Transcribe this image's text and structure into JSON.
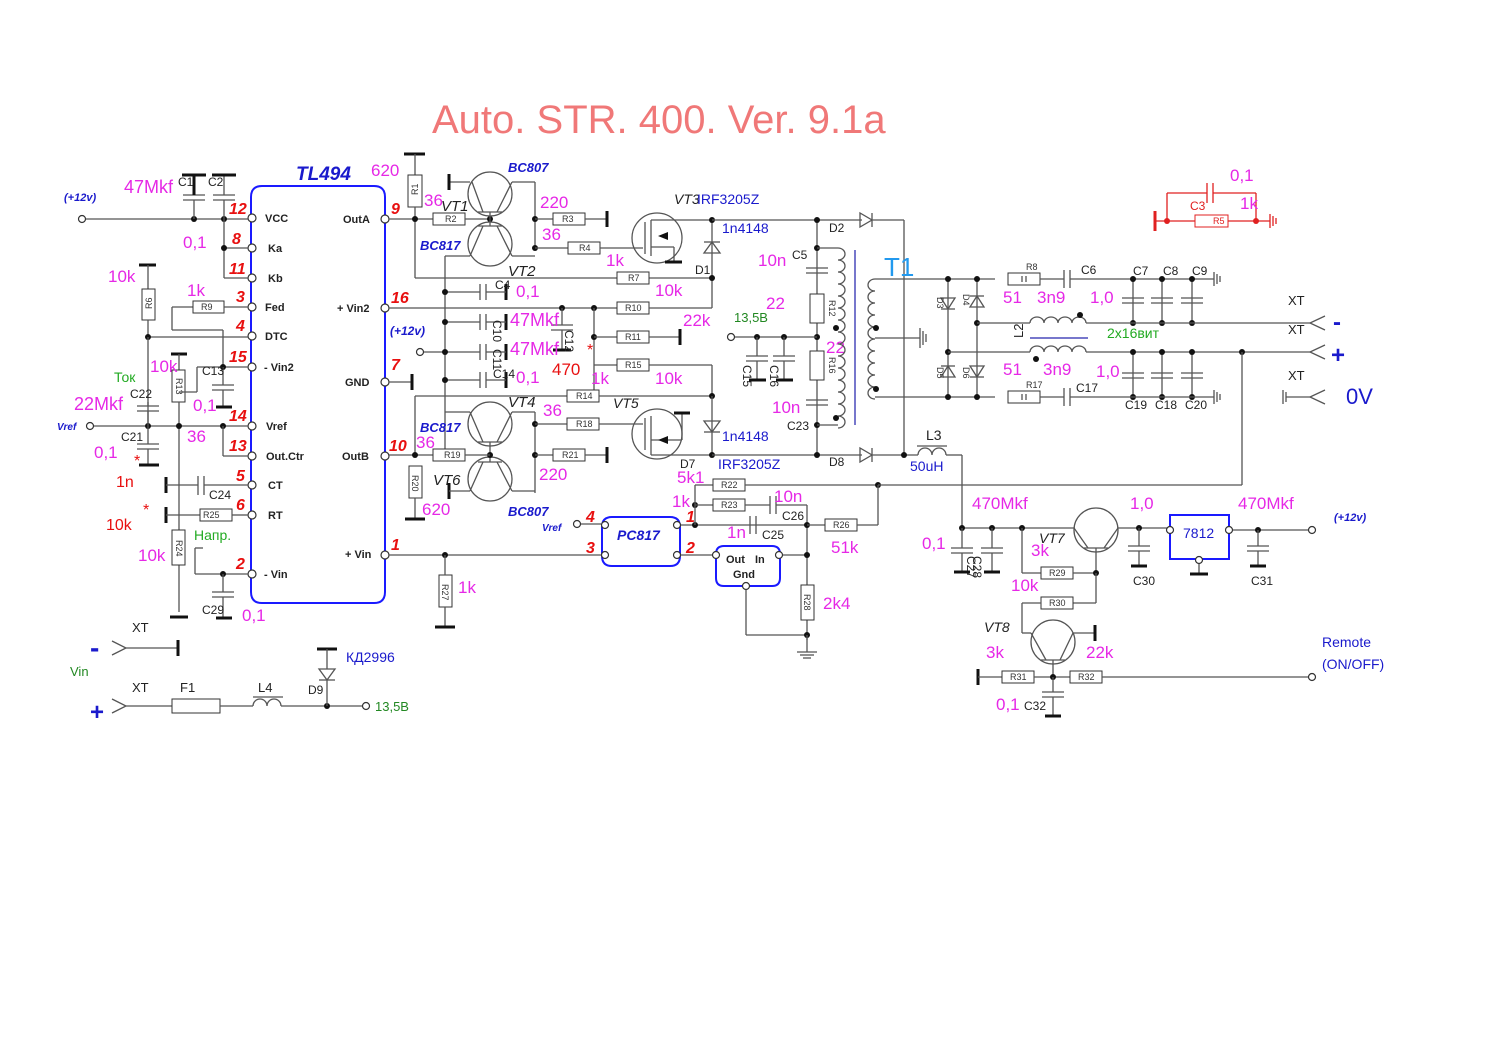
{
  "title": "Auto. STR. 400. Ver. 9.1a",
  "ic": {
    "name": "TL494",
    "left_pins": [
      {
        "num": "12",
        "label": "VCC"
      },
      {
        "num": "8",
        "label": "Ka"
      },
      {
        "num": "11",
        "label": "Kb"
      },
      {
        "num": "3",
        "label": "Fed"
      },
      {
        "num": "4",
        "label": "DTC"
      },
      {
        "num": "15",
        "label": "- Vin2"
      },
      {
        "num": "14",
        "label": "Vref"
      },
      {
        "num": "13",
        "label": "Out.Ctr"
      },
      {
        "num": "5",
        "label": "CT"
      },
      {
        "num": "6",
        "label": "RT"
      },
      {
        "num": "2",
        "label": "- Vin"
      }
    ],
    "right_pins": [
      {
        "num": "9",
        "label": "OutA"
      },
      {
        "num": "16",
        "label": "+ Vin2"
      },
      {
        "num": "7",
        "label": "GND"
      },
      {
        "num": "10",
        "label": "OutB"
      },
      {
        "num": "1",
        "label": "+ Vin"
      }
    ]
  },
  "nets": {
    "plus12v": "(+12v)",
    "vref": "Vref",
    "v13_5": "13,5В",
    "remote_line1": "Remote",
    "remote_line2": "(ON/OFF)",
    "vin": "Vin",
    "tok": "Ток",
    "napr": "Напр.",
    "winding": "2x16вит",
    "zero_v": "0V",
    "minus": "-",
    "plus": "+",
    "xt": "XT",
    "star": "*"
  },
  "components": {
    "C1": {
      "ref": "C1",
      "value": "47Mkf"
    },
    "C2": {
      "ref": "C2",
      "value": "0,1"
    },
    "R6": {
      "ref": "R6",
      "value": "10k"
    },
    "R9": {
      "ref": "R9",
      "value": "1k"
    },
    "R13": {
      "ref": "R13",
      "value": "10k"
    },
    "C13": {
      "ref": "C13",
      "value": "0,1"
    },
    "C22": {
      "ref": "C22",
      "value": "22Mkf"
    },
    "C21": {
      "ref": "C21",
      "value": "0,1"
    },
    "R13b": {
      "value": "36"
    },
    "C24": {
      "ref": "C24",
      "value": "1n"
    },
    "R25": {
      "ref": "R25",
      "value": "10k"
    },
    "R24": {
      "ref": "R24",
      "value": "10k"
    },
    "C29": {
      "ref": "C29",
      "value": "0,1"
    },
    "R1": {
      "ref": "R1",
      "value": "620"
    },
    "R2": {
      "ref": "R2",
      "value": "36"
    },
    "R3": {
      "ref": "R3",
      "value": "220"
    },
    "R4": {
      "ref": "R4",
      "value": "1k"
    },
    "R4b": {
      "value": "36"
    },
    "R7": {
      "ref": "R7",
      "value": "10k"
    },
    "R10": {
      "ref": "R10",
      "value": "22k"
    },
    "R11": {
      "ref": "R11"
    },
    "R15": {
      "ref": "R15",
      "value": "10k"
    },
    "R11v": {
      "value": "1k"
    },
    "C4": {
      "ref": "C4",
      "value": "0,1"
    },
    "C10": {
      "ref": "C10",
      "value": "47Mkf"
    },
    "C11": {
      "ref": "C11",
      "value": "47Mkf"
    },
    "C12": {
      "ref": "C12",
      "value": "470"
    },
    "C14": {
      "ref": "C14",
      "value": "0,1"
    },
    "VT1": {
      "ref": "VT1",
      "part": "BC807"
    },
    "VT2": {
      "ref": "VT2",
      "part": "BC817"
    },
    "VT3": {
      "ref": "VT3",
      "part": "IRF3205Z"
    },
    "VT4": {
      "ref": "VT4",
      "part": "BC817"
    },
    "VT5": {
      "ref": "VT5",
      "part": "IRF3205Z"
    },
    "VT6": {
      "ref": "VT6",
      "part": "BC807"
    },
    "D1": {
      "ref": "D1",
      "part": "1n4148"
    },
    "D7": {
      "ref": "D7",
      "part": "1n4148"
    },
    "R14": {
      "ref": "R14",
      "value": "36"
    },
    "R18": {
      "ref": "R18"
    },
    "R19": {
      "ref": "R19",
      "value": "36"
    },
    "R20": {
      "ref": "R20",
      "value": "620"
    },
    "R21": {
      "ref": "R21",
      "value": "220"
    },
    "R27": {
      "ref": "R27",
      "value": "1k"
    },
    "PC817": {
      "ref": "PC817",
      "pins": [
        "4",
        "3",
        "1",
        "2"
      ]
    },
    "TL431": {
      "out": "Out",
      "in": "In",
      "gnd": "Gnd"
    },
    "R22": {
      "ref": "R22",
      "value": "5k1"
    },
    "R23": {
      "ref": "R23",
      "value": "1k"
    },
    "C26": {
      "ref": "C26",
      "value": "10n"
    },
    "C25": {
      "ref": "C25",
      "value": "1n"
    },
    "R26": {
      "ref": "R26",
      "value": "51k"
    },
    "R28": {
      "ref": "R28",
      "value": "2k4"
    },
    "D2": {
      "ref": "D2"
    },
    "D8": {
      "ref": "D8"
    },
    "C5": {
      "ref": "C5",
      "value": "10n"
    },
    "R12": {
      "ref": "R12",
      "value": "22"
    },
    "R16": {
      "ref": "R16",
      "value": "22"
    },
    "C23": {
      "ref": "C23",
      "value": "10n"
    },
    "C15": {
      "ref": "C15"
    },
    "C16": {
      "ref": "C16"
    },
    "T1": {
      "ref": "T1"
    },
    "D3": {
      "ref": "D3"
    },
    "D4": {
      "ref": "D4"
    },
    "D5": {
      "ref": "D5"
    },
    "D6": {
      "ref": "D6"
    },
    "L3": {
      "ref": "L3",
      "value": "50uH"
    },
    "R8": {
      "ref": "R8",
      "value": "51"
    },
    "C6": {
      "ref": "C6",
      "value": "3n9"
    },
    "C7": {
      "ref": "C7",
      "value": "1,0"
    },
    "C8": {
      "ref": "C8"
    },
    "C9": {
      "ref": "C9"
    },
    "L2": {
      "ref": "L2"
    },
    "R17": {
      "ref": "R17",
      "value": "51"
    },
    "C17": {
      "ref": "C17",
      "value": "3n9"
    },
    "C19": {
      "ref": "C19",
      "value": "1,0"
    },
    "C18": {
      "ref": "C18"
    },
    "C20": {
      "ref": "C20"
    },
    "C3": {
      "ref": "C3",
      "value": "0,1"
    },
    "R5": {
      "ref": "R5",
      "value": "1k"
    },
    "C27": {
      "ref": "C27",
      "value": "0,1"
    },
    "C28": {
      "ref": "C28",
      "value": "470Mkf"
    },
    "VT7": {
      "ref": "VT7"
    },
    "R29": {
      "ref": "R29",
      "value": "3k"
    },
    "R30": {
      "ref": "R30",
      "value": "10k"
    },
    "C30": {
      "ref": "C30",
      "value": "1,0"
    },
    "U7812": {
      "ref": "7812"
    },
    "C31": {
      "ref": "C31",
      "value": "470Mkf"
    },
    "VT8": {
      "ref": "VT8"
    },
    "R31": {
      "ref": "R31",
      "value": "3k"
    },
    "R32": {
      "ref": "R32",
      "value": "22k"
    },
    "C32": {
      "ref": "C32",
      "value": "0,1"
    },
    "F1": {
      "ref": "F1"
    },
    "L4": {
      "ref": "L4"
    },
    "D9": {
      "ref": "D9",
      "part": "КД2996"
    }
  }
}
